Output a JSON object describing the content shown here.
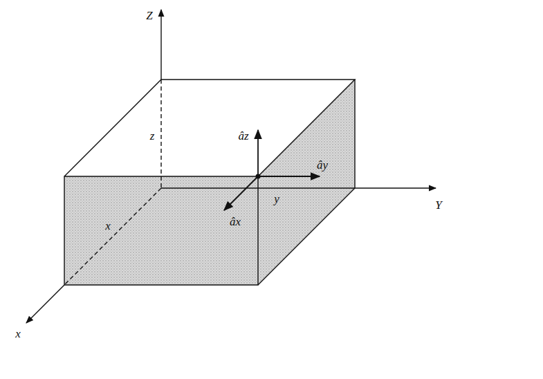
{
  "diagram": {
    "labels": [
      "Z",
      "z",
      "âz",
      "ây",
      "y",
      "Y",
      "x",
      "âx",
      "x"
    ]
  }
}
